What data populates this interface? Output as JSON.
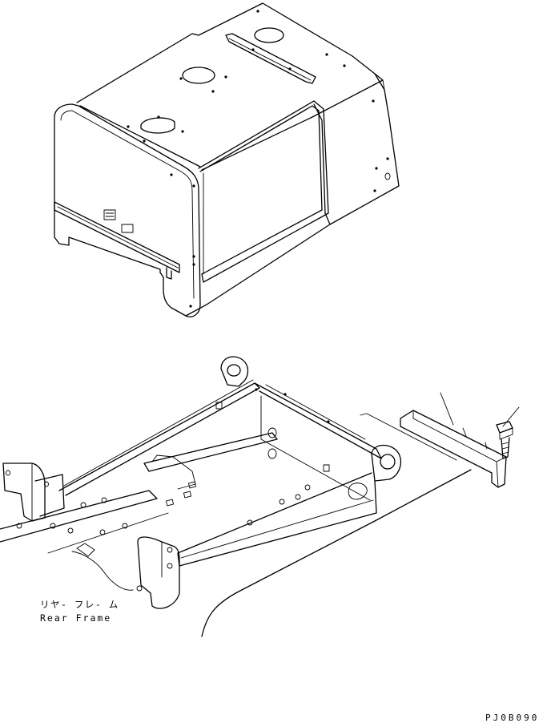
{
  "labels": {
    "rear_frame_jp": "リヤ- フレ- ム",
    "rear_frame_en": "Rear Frame",
    "drawing_code": "PJ0B090"
  }
}
